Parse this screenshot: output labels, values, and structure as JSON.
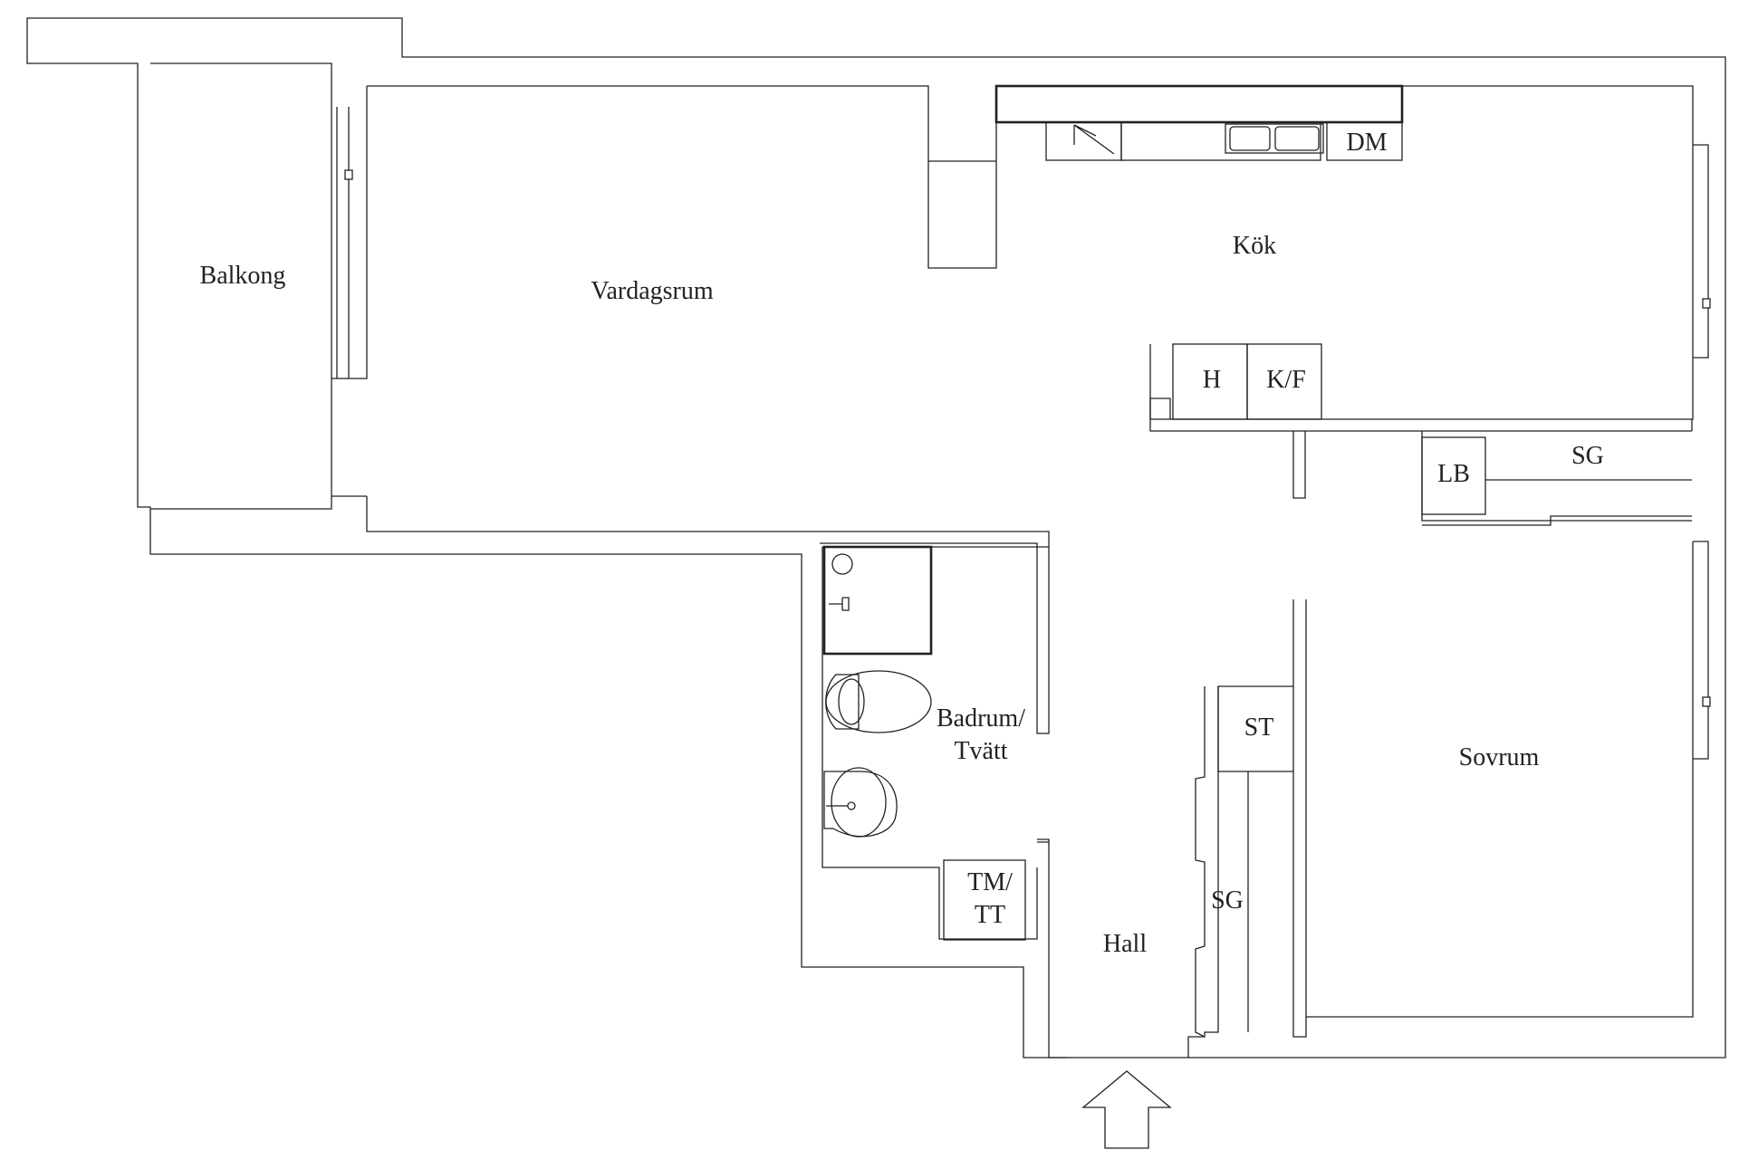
{
  "colors": {
    "line": "#222222",
    "background": "#ffffff"
  },
  "rooms": {
    "balkong": "Balkong",
    "vardagsrum": "Vardagsrum",
    "kok": "Kök",
    "badrum_line1": "Badrum/",
    "badrum_line2": "Tvätt",
    "hall": "Hall",
    "sovrum": "Sovrum"
  },
  "fixtures": {
    "dm": "DM",
    "h": "H",
    "kf": "K/F",
    "lb": "LB",
    "sg_top": "SG",
    "sg_hall": "SG",
    "st": "ST",
    "tm_line1": "TM/",
    "tm_line2": "TT"
  },
  "icons": [
    "entrance-arrow-icon",
    "toilet-icon",
    "sink-icon",
    "shower-icon",
    "kitchen-sink-icon",
    "stove-icon",
    "window-icon"
  ]
}
